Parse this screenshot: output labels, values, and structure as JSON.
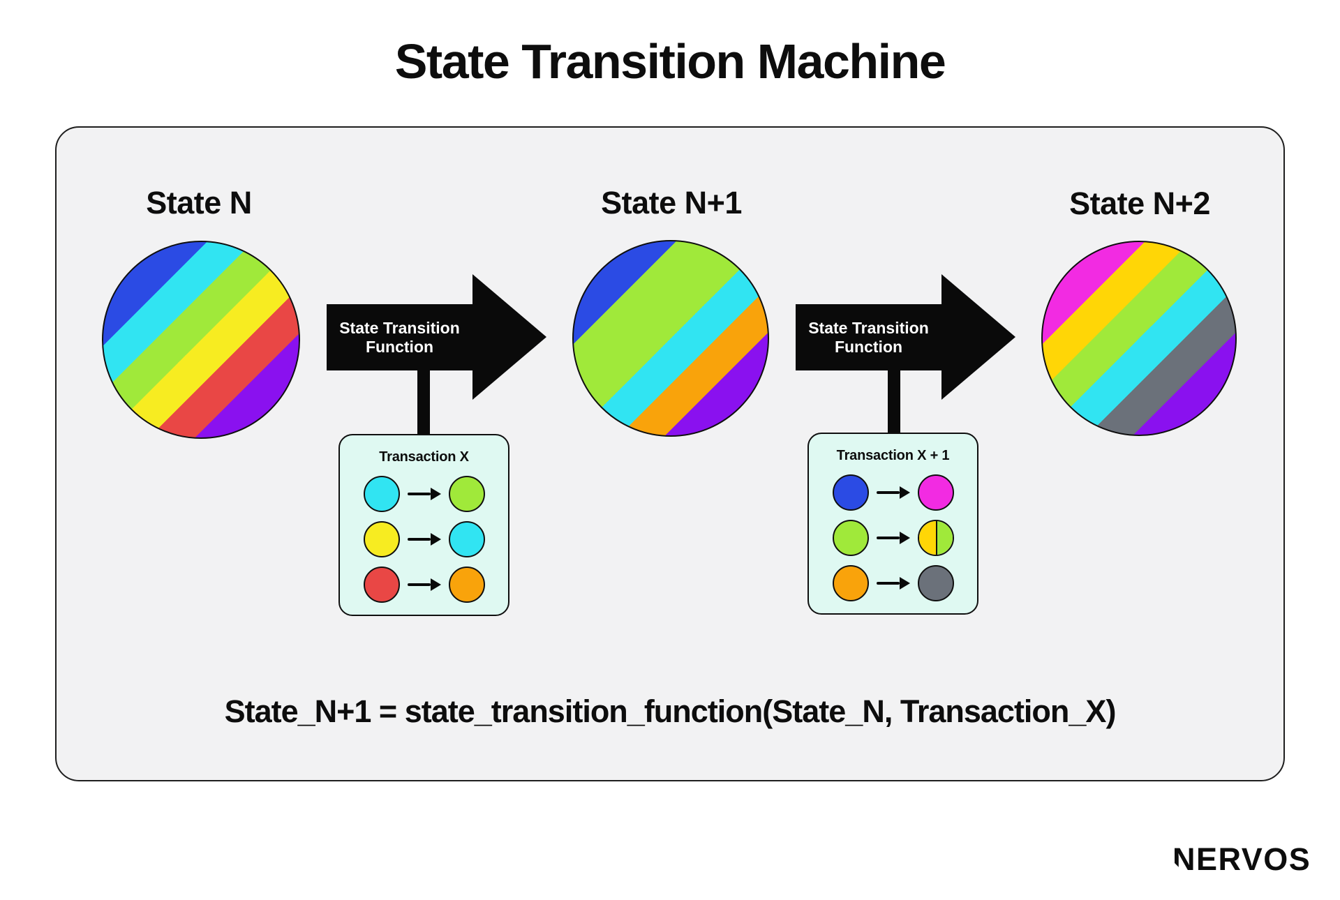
{
  "title": "State Transition Machine",
  "formula": "State_N+1 = state_transition_function(State_N, Transaction_X)",
  "brand": "NERVOS",
  "colors": {
    "page_bg": "#FFFFFF",
    "container_bg": "#F2F2F3",
    "container_border": "#1E1E1E",
    "arrow_black": "#0A0A0A",
    "txn_box_bg": "#DFF9F2",
    "text": "#0D0D0D"
  },
  "palette": {
    "blue": "#2B4BE4",
    "cyan": "#31E4F2",
    "green": "#A0E93A",
    "lemon": "#F7EC21",
    "gold": "#FFD606",
    "red": "#E94745",
    "orange": "#F9A30B",
    "purple": "#8A11EF",
    "magenta": "#F22BE2",
    "gray": "#6B717A"
  },
  "arrow": {
    "line1": "State Transition",
    "line2": "Function"
  },
  "states": [
    {
      "label": "State N",
      "stripes": [
        {
          "color": "blue",
          "units": 1
        },
        {
          "color": "cyan",
          "units": 1
        },
        {
          "color": "green",
          "units": 1
        },
        {
          "color": "lemon",
          "units": 1
        },
        {
          "color": "red",
          "units": 1
        },
        {
          "color": "purple",
          "units": 1
        }
      ]
    },
    {
      "label": "State N+1",
      "stripes": [
        {
          "color": "blue",
          "units": 1
        },
        {
          "color": "green",
          "units": 2
        },
        {
          "color": "cyan",
          "units": 1
        },
        {
          "color": "orange",
          "units": 1
        },
        {
          "color": "purple",
          "units": 1
        }
      ]
    },
    {
      "label": "State N+2",
      "stripes": [
        {
          "color": "magenta",
          "units": 1
        },
        {
          "color": "gold",
          "units": 1
        },
        {
          "color": "green",
          "units": 1
        },
        {
          "color": "cyan",
          "units": 1
        },
        {
          "color": "gray",
          "units": 1
        },
        {
          "color": "purple",
          "units": 1
        }
      ]
    }
  ],
  "transactions": [
    {
      "title": "Transaction X",
      "mappings": [
        {
          "from": "cyan",
          "to": [
            "green"
          ]
        },
        {
          "from": "lemon",
          "to": [
            "cyan"
          ]
        },
        {
          "from": "red",
          "to": [
            "orange"
          ]
        }
      ]
    },
    {
      "title": "Transaction X + 1",
      "mappings": [
        {
          "from": "blue",
          "to": [
            "magenta"
          ]
        },
        {
          "from": "green",
          "to": [
            "gold",
            "green"
          ]
        },
        {
          "from": "orange",
          "to": [
            "gray"
          ]
        }
      ]
    }
  ]
}
